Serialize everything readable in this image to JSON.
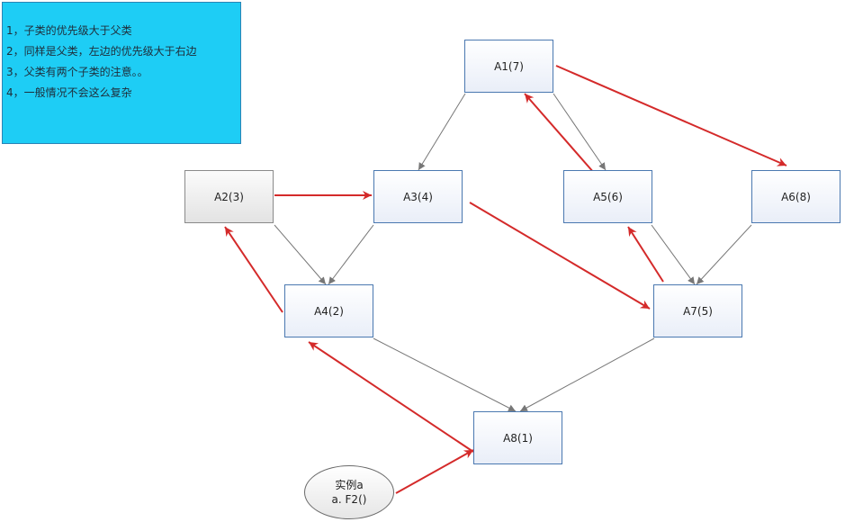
{
  "notes": [
    "1，子类的优先级大于父类",
    "2，同样是父类，左边的优先级大于右边",
    "3，父类有两个子类的注意。。",
    "4，一般情况不会这么复杂"
  ],
  "nodes": {
    "a1": "A1(7)",
    "a2": "A2(3)",
    "a3": "A3(4)",
    "a4": "A4(2)",
    "a5": "A5(6)",
    "a6": "A6(8)",
    "a7": "A7(5)",
    "a8": "A8(1)"
  },
  "instance": {
    "line1": "实例a",
    "line2": "a. F2()"
  },
  "colors": {
    "inheritance_arrow": "#777777",
    "resolution_arrow": "#d42a2a",
    "note_background": "#1ecdf5",
    "node_border": "#4a78b0"
  }
}
